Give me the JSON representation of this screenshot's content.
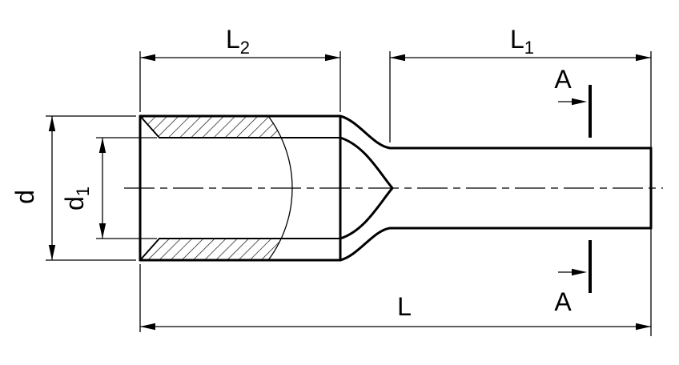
{
  "colors": {
    "line": "#000000",
    "background": "#ffffff"
  },
  "labels": {
    "L2": {
      "base": "L",
      "sub": "2"
    },
    "L1": {
      "base": "L",
      "sub": "1"
    },
    "L": {
      "base": "L",
      "sub": ""
    },
    "d": {
      "base": "d",
      "sub": ""
    },
    "d1": {
      "base": "d",
      "sub": "1"
    },
    "section_top": "A",
    "section_bottom": "A"
  }
}
